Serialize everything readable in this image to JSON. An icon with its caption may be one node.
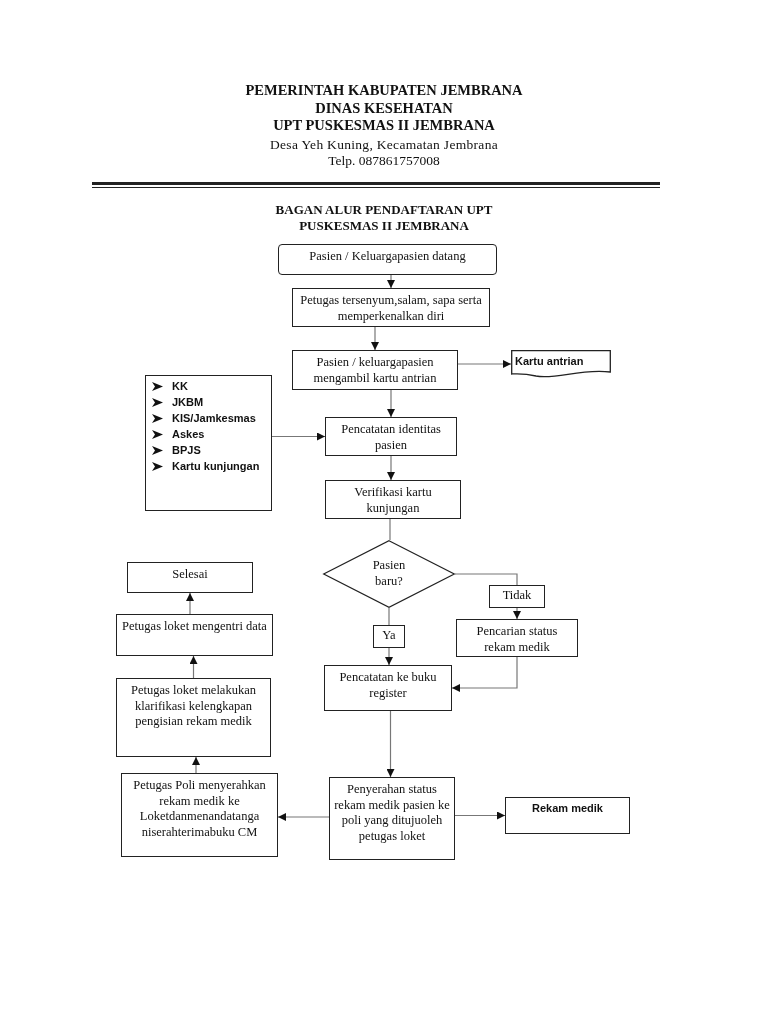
{
  "diagram": {
    "title": "BAGAN ALUR PENDAFTARAN UPT PUSKESMAS II JEMBRANA",
    "nodes": [
      {
        "text": [
          "Pasien / Keluargapasien datang"
        ]
      },
      {
        "text": [
          "Petugas tersenyum,salam, sapa serta memperkenalkan diri"
        ]
      },
      {
        "text": [
          "Pasien / keluargapasien mengambil kartu antrian"
        ]
      },
      {
        "text": [
          "Kartu antrian"
        ]
      },
      {
        "text": [
          "KK",
          "JKBM",
          "KIS/Jamkesmas",
          "Askes",
          "BPJS",
          "Kartu kunjungan"
        ]
      },
      {
        "text": [
          "Pencatatan identitas pasien"
        ]
      },
      {
        "text": [
          "Verifikasi kartu kunjungan"
        ]
      },
      {
        "text": [
          "Pasien baru?"
        ]
      },
      {
        "text": [
          "Pencarian status rekam medik"
        ]
      },
      {
        "text": [
          "Pencatatan ke buku register"
        ]
      },
      {
        "text": [
          "Penyerahan status rekam medik pasien ke poli yang ditujuoleh petugas loket"
        ]
      },
      {
        "text": [
          "Rekam medik"
        ]
      },
      {
        "text": [
          "Petugas Poli menyerahkan rekam medik ke Loketdanmenandatanga niserahterimabuku CM"
        ]
      },
      {
        "text": [
          "Petugas loket melakukan klarifikasi kelengkapan pengisian rekam medik"
        ]
      },
      {
        "text": [
          "Petugas loket mengentri data"
        ]
      },
      {
        "text": [
          "Selesai"
        ]
      }
    ],
    "edges": [
      {
        "from": 0,
        "to": 1,
        "arrow": "to"
      },
      {
        "from": 1,
        "to": 2,
        "arrow": "to"
      },
      {
        "from": 2,
        "to": 3,
        "arrow": "to"
      },
      {
        "from": 2,
        "to": 5,
        "arrow": "to"
      },
      {
        "from": 4,
        "to": 5,
        "arrow": "to"
      },
      {
        "from": 5,
        "to": 6,
        "arrow": "to"
      },
      {
        "from": 6,
        "to": 7,
        "arrow": "none"
      },
      {
        "from": 7,
        "to": 8,
        "arrow": "to",
        "label": "Tidak"
      },
      {
        "from": 7,
        "to": 9,
        "arrow": "to",
        "label": "Ya"
      },
      {
        "from": 8,
        "to": 9,
        "arrow": "to"
      },
      {
        "from": 9,
        "to": 10,
        "arrow": "to"
      },
      {
        "from": 10,
        "to": 11,
        "arrow": "to"
      },
      {
        "from": 10,
        "to": 12,
        "arrow": "to"
      },
      {
        "from": 12,
        "to": 13,
        "arrow": "to"
      },
      {
        "from": 13,
        "to": 14,
        "arrow": "to"
      },
      {
        "from": 14,
        "to": 15,
        "arrow": "to"
      }
    ],
    "labels": [
      "PEMERINTAH KABUPATEN JEMBRANA",
      "DINAS KESEHATAN",
      "UPT PUSKESMAS II JEMBRANA",
      "Desa Yeh Kuning, Kecamatan Jembrana",
      "Telp. 087861757008"
    ]
  }
}
